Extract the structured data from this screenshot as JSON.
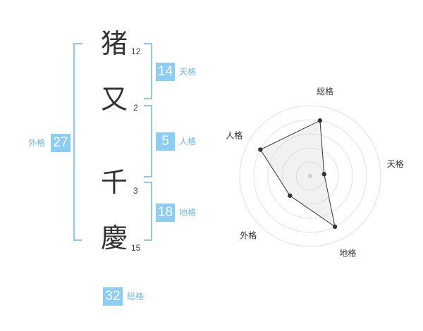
{
  "name": {
    "characters": [
      {
        "char": "猪",
        "strokes": "12"
      },
      {
        "char": "又",
        "strokes": "2"
      },
      {
        "char": "千",
        "strokes": "3"
      },
      {
        "char": "慶",
        "strokes": "15"
      }
    ]
  },
  "fortunes": {
    "tenkaku": {
      "value": "14",
      "label": "天格"
    },
    "jinkaku": {
      "value": "5",
      "label": "人格"
    },
    "chikaku": {
      "value": "18",
      "label": "地格"
    },
    "gaikaku": {
      "value": "27",
      "label": "外格"
    },
    "soukaku": {
      "value": "32",
      "label": "総格"
    }
  },
  "colors": {
    "accent": "#8ccdf4",
    "bracket": "#8cc8ee",
    "label": "#6fb8e6"
  },
  "chart_data": {
    "type": "radar",
    "axes": [
      "総格",
      "天格",
      "地格",
      "外格",
      "人格"
    ],
    "values": [
      4,
      1,
      4,
      2,
      4
    ],
    "max": 5,
    "rings": 5
  }
}
